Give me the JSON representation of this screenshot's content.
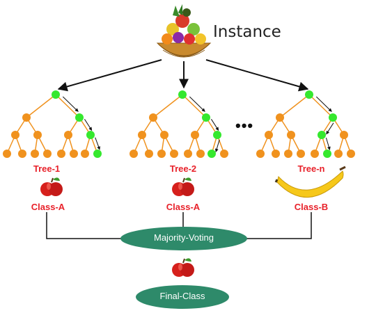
{
  "instance_label": "Instance",
  "ellipsis": "•••",
  "trees": [
    {
      "name": "Tree-1",
      "class_label": "Class-A",
      "fruit": "apple-icon"
    },
    {
      "name": "Tree-2",
      "class_label": "Class-A",
      "fruit": "apple-icon"
    },
    {
      "name": "Tree-n",
      "class_label": "Class-B",
      "fruit": "banana-icon"
    }
  ],
  "majority_voting": "Majority-Voting",
  "final_class": "Final-Class",
  "colors": {
    "node_orange": "#f0921e",
    "node_green": "#35e82e",
    "label_red": "#e8212a",
    "pill_green": "#2e8a6a",
    "line": "#111111"
  }
}
